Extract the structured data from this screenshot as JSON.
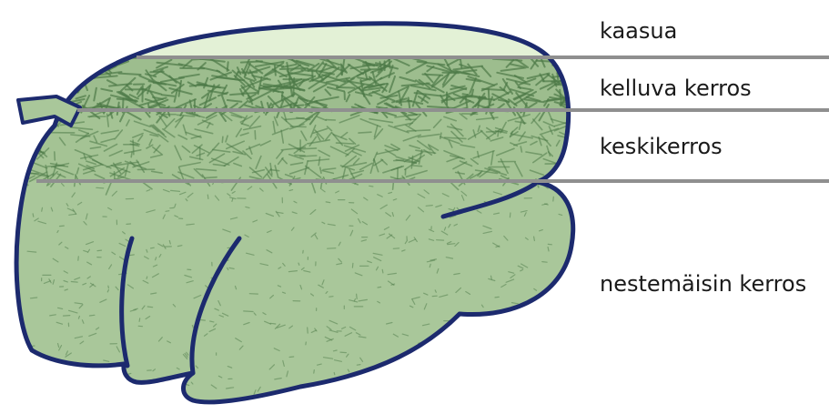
{
  "labels": {
    "gas": "kaasua",
    "floating_layer": "kelluva kerros",
    "middle_layer": "keskikerros",
    "liquid_layer": "nestemäisin kerros"
  },
  "colors": {
    "outline": "#1c2a6e",
    "liquid_fill": "#a9c79a",
    "gas_fill": "#e3f1d6",
    "fiber": "#4d7a48",
    "divider": "#8f8f8f"
  }
}
